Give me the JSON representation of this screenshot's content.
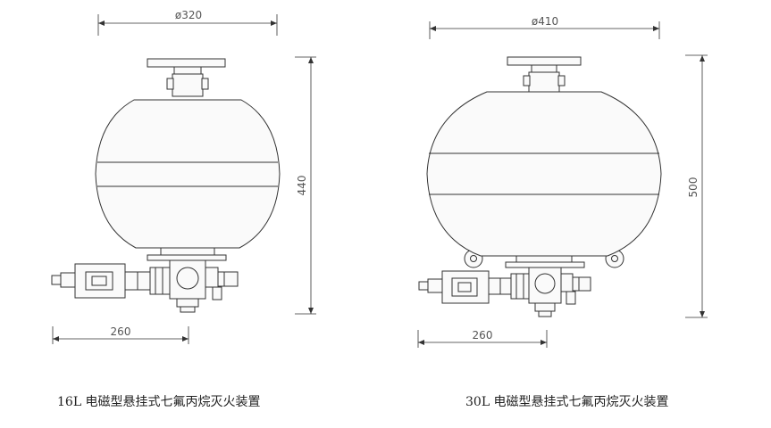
{
  "units": [
    {
      "caption": "16L 电磁型悬挂式七氟丙烷灭火装置",
      "dim_width": "ø320",
      "dim_height": "440",
      "dim_offset": "260"
    },
    {
      "caption": "30L 电磁型悬挂式七氟丙烷灭火装置",
      "dim_width": "ø410",
      "dim_height": "500",
      "dim_offset": "260"
    }
  ],
  "colors": {
    "line": "#333333",
    "body": "#fafafa"
  }
}
